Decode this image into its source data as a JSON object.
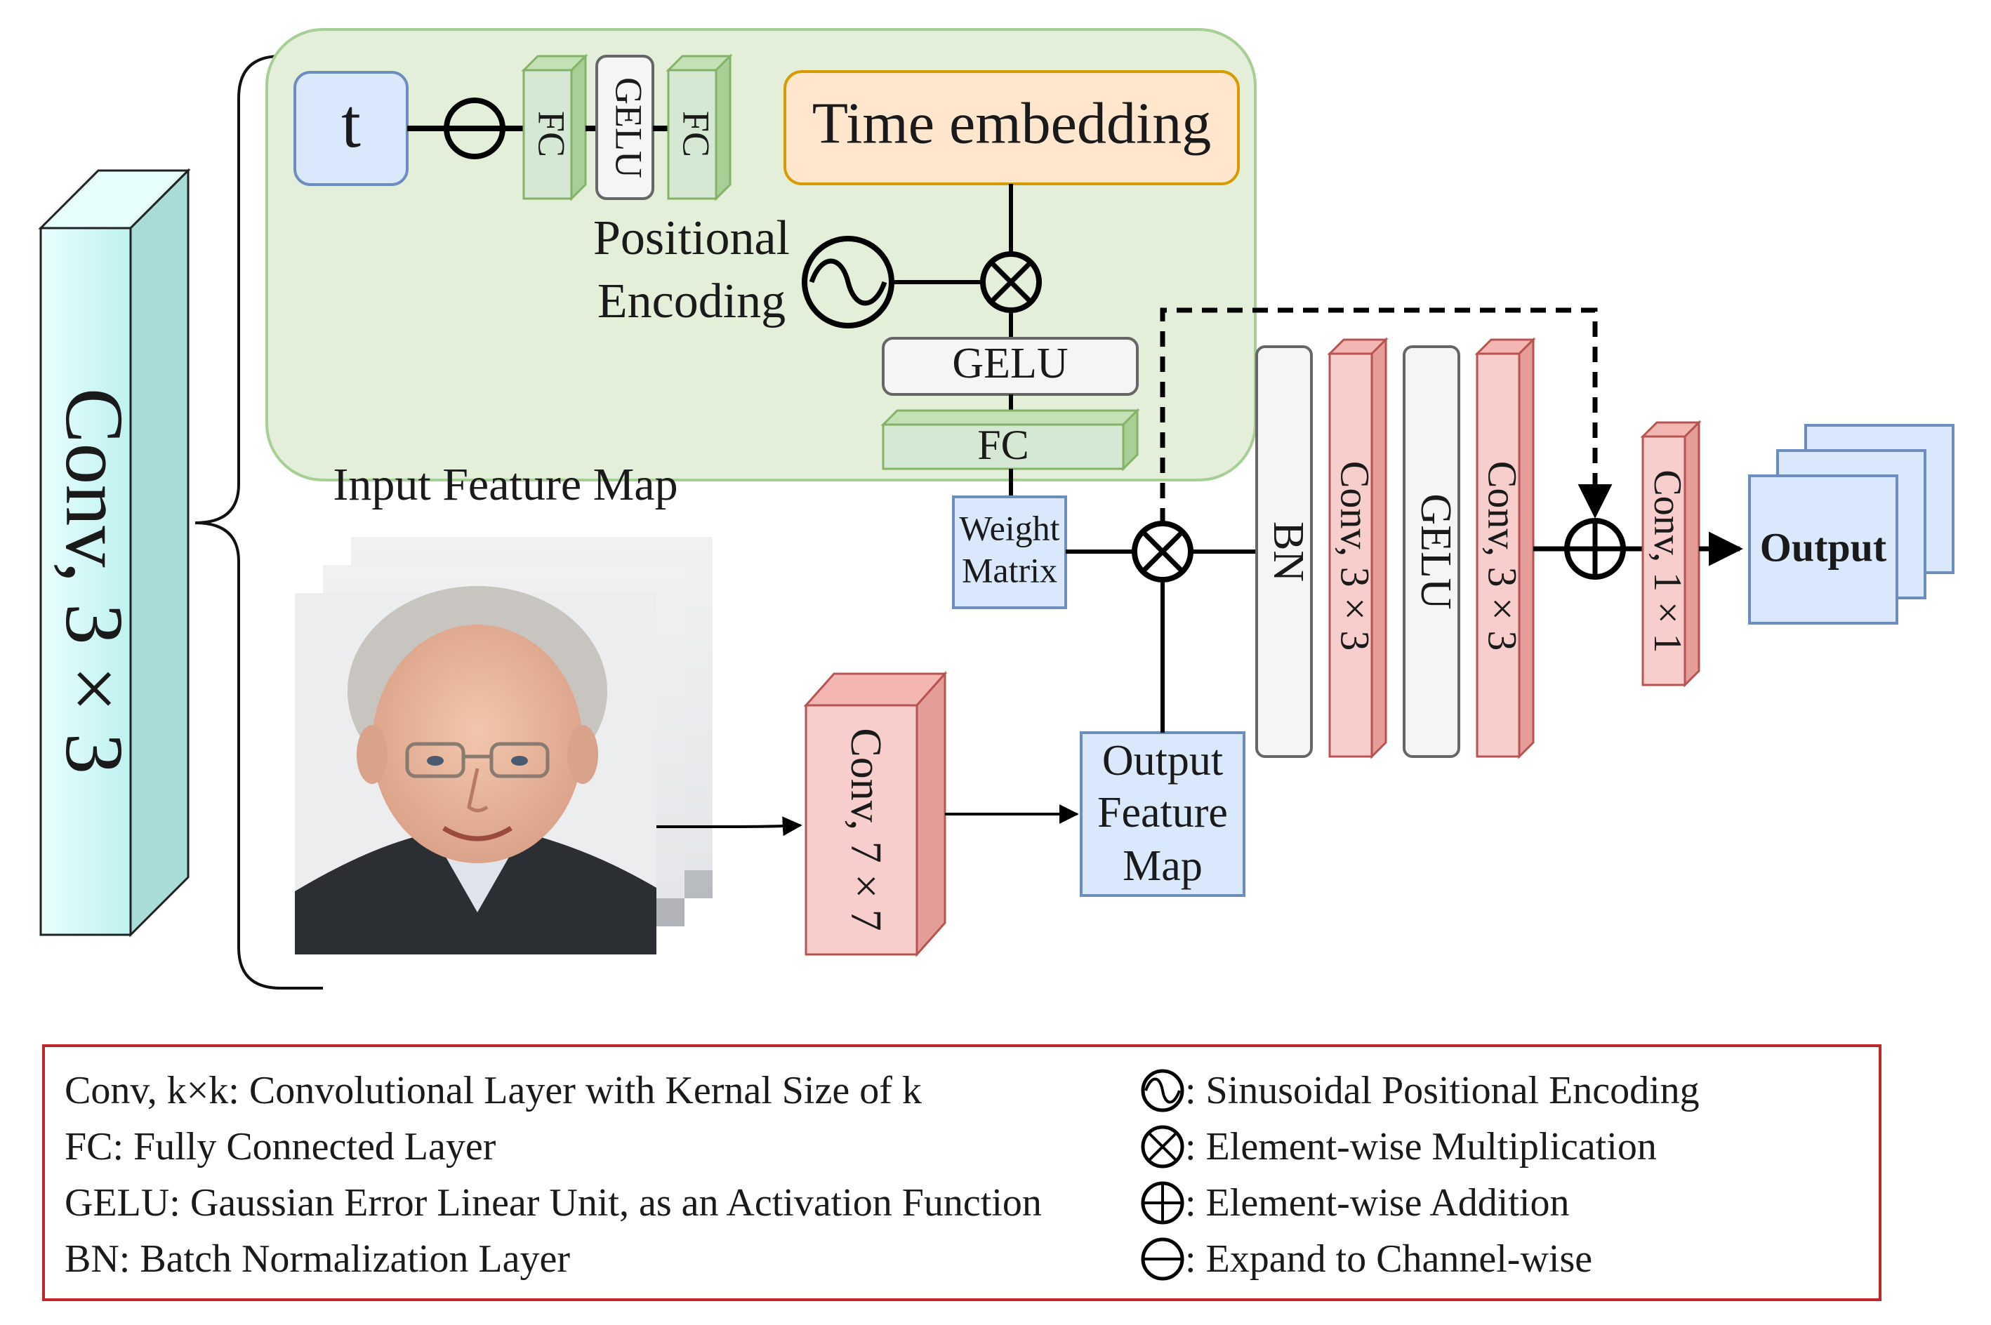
{
  "labels": {
    "conv3x3_big": "Conv, 3 × 3",
    "t": "t",
    "fc_1": "FC",
    "gelu_1": "GELU",
    "fc_2": "FC",
    "time_embedding": "Time embedding",
    "positional_encoding_line1": "Positional",
    "positional_encoding_line2": "Encoding",
    "gelu_2": "GELU",
    "fc_3": "FC",
    "input_feature_map": "Input Feature Map",
    "weight_matrix_line1": "Weight",
    "weight_matrix_line2": "Matrix",
    "conv7x7": "Conv, 7 × 7",
    "output_feature_map_line1": "Output",
    "output_feature_map_line2": "Feature",
    "output_feature_map_line3": "Map",
    "bn": "BN",
    "conv3x3_a": "Conv, 3 × 3",
    "gelu_3": "GELU",
    "conv3x3_b": "Conv, 3 × 3",
    "conv1x1": "Conv, 1 × 1",
    "output": "Output"
  },
  "legend": {
    "left": [
      "Conv, k×k: Convolutional Layer with Kernal Size of k",
      "FC: Fully Connected Layer",
      "GELU: Gaussian Error Linear Unit, as an Activation Function",
      "BN: Batch Normalization Layer"
    ],
    "right": [
      ": Sinusoidal Positional Encoding",
      ": Element-wise Multiplication",
      ": Element-wise Addition",
      ": Expand to Channel-wise"
    ]
  },
  "colors": {
    "green_panel": "#e4efda",
    "green_border": "#9ec98b",
    "fc_green": "#d5e8d4",
    "fc_green_border": "#82b366",
    "gelu_gray": "#f5f5f5",
    "conv_red": "#f8cecc",
    "conv_red_border": "#b85450",
    "blue_fill": "#dae8fc",
    "blue_border": "#6c8ebf",
    "orange_fill": "#ffe6cc",
    "orange_border": "#d79b00",
    "cyan_fill": "#c8f4f2",
    "legend_border": "#c0262c"
  }
}
